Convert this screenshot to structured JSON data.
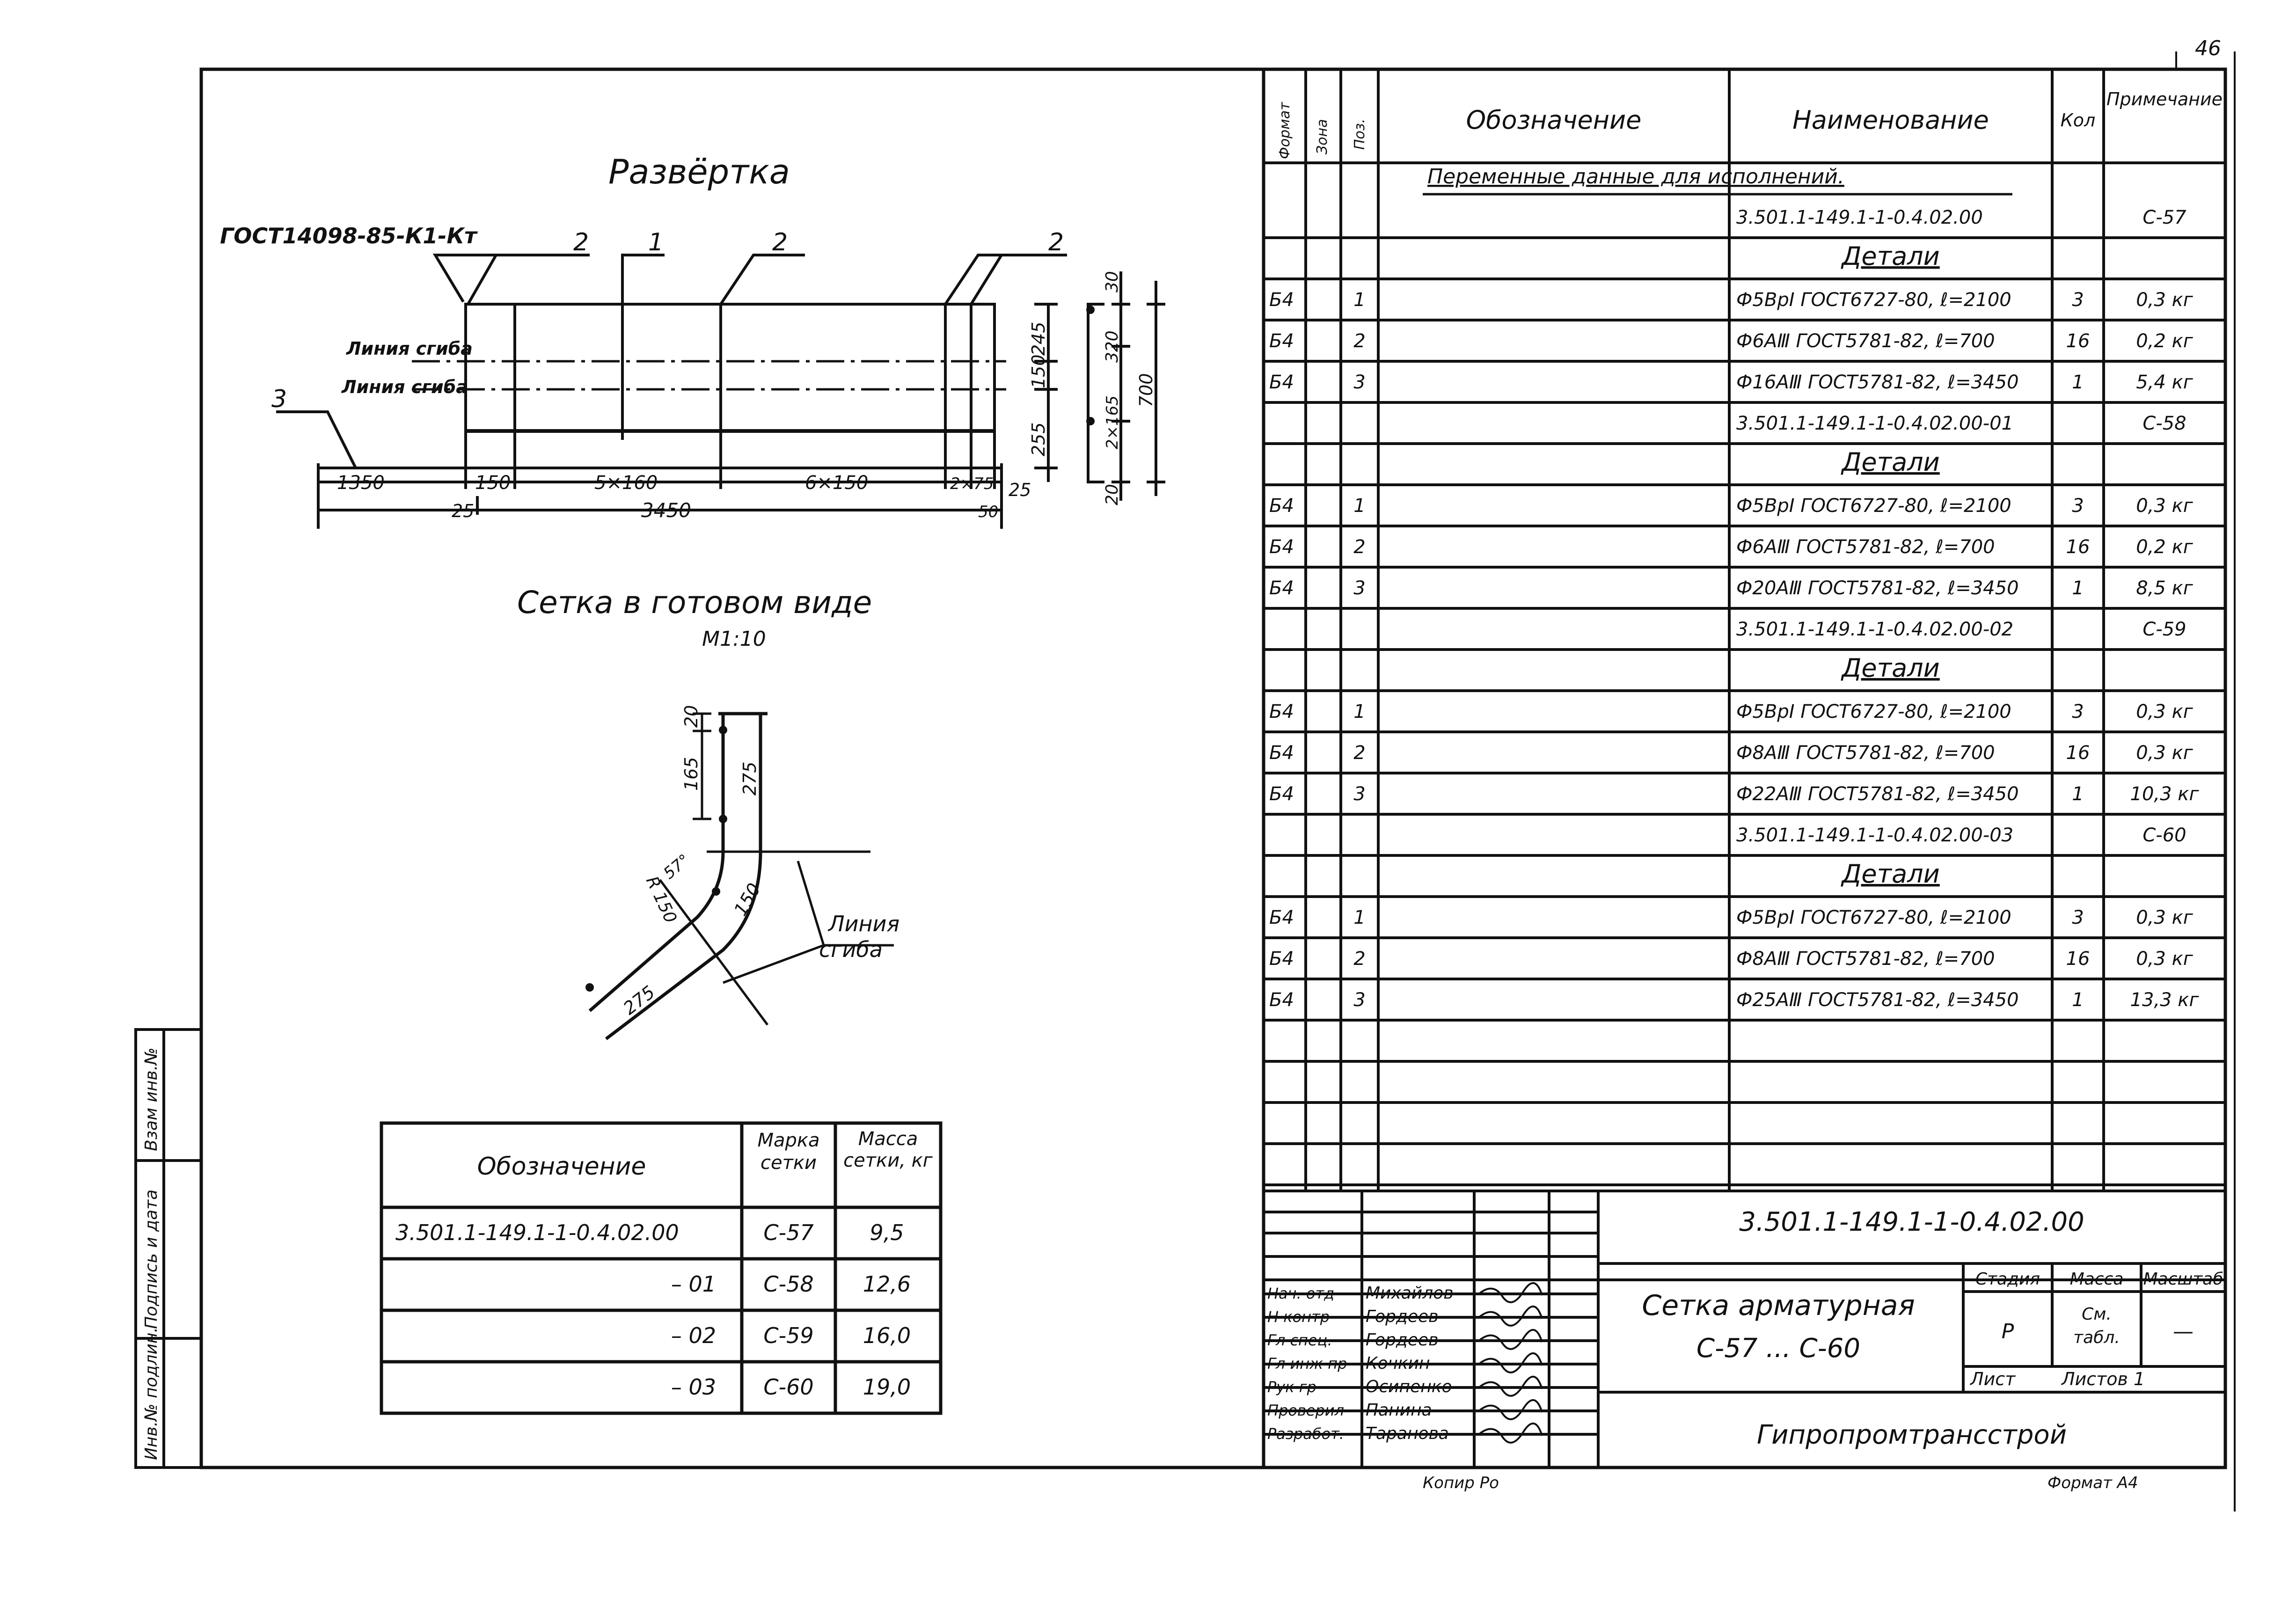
{
  "sheet_number": "46",
  "razvertka": {
    "title": "Развёртка",
    "gost_label": "ГОСТ14098-85-К1-Кт",
    "pos_1": "1",
    "pos_2": "2",
    "pos_3": "3",
    "bend_line_1": "Линия сгиба",
    "bend_line_2": "Линия сгиба",
    "dim_1350": "1350",
    "dim_150": "150",
    "dim_5x160": "5×160",
    "dim_6x150": "6×150",
    "dim_2x75": "2×75",
    "dim_25_right": "25",
    "dim_25_left": "25",
    "dim_3450": "3450",
    "dim_50": "50",
    "dim_245": "245",
    "dim_150v": "150",
    "dim_255": "255"
  },
  "section_view": {
    "dim_30": "30",
    "dim_320": "320",
    "dim_700": "700",
    "dim_2x165": "2×165",
    "dim_20": "20"
  },
  "finished": {
    "title": "Сетка в готовом виде",
    "scale": "М1:10",
    "dim_20": "20",
    "dim_165": "165",
    "dim_275_top": "275",
    "dim_r150": "R 150",
    "dim_57": "57°",
    "dim_150": "150",
    "dim_275_bottom": "275",
    "bend_line_1": "Линия",
    "bend_line_2": "сгиба"
  },
  "mass_table": {
    "headers": [
      "Обозначение",
      "Марка сетки",
      "Масса сетки, кг"
    ],
    "rows": [
      [
        "3.501.1-149.1-1-0.4.02.00",
        "С-57",
        "9,5"
      ],
      [
        "– 01",
        "С-58",
        "12,6"
      ],
      [
        "– 02",
        "С-59",
        "16,0"
      ],
      [
        "– 03",
        "С-60",
        "19,0"
      ]
    ]
  },
  "spec": {
    "headers": {
      "format": "Формат",
      "zone": "Зона",
      "pos": "Поз.",
      "designation": "Обозначение",
      "name": "Наименование",
      "qty": "Кол",
      "note": "Примечание"
    },
    "variable_data": "Переменные данные для исполнений.",
    "rows": [
      {
        "fmt": "",
        "pos": "",
        "name": "3.501.1-149.1-1-0.4.02.00",
        "qty": "",
        "note": "С-57",
        "kind": "text"
      },
      {
        "fmt": "",
        "pos": "",
        "name": "Детали",
        "qty": "",
        "note": "",
        "kind": "heading"
      },
      {
        "fmt": "Б4",
        "pos": "1",
        "name": "Ф5ВрI ГОСТ6727-80, ℓ=2100",
        "qty": "3",
        "note": "0,3 кг",
        "kind": "text"
      },
      {
        "fmt": "Б4",
        "pos": "2",
        "name": "Ф6АⅢ ГОСТ5781-82, ℓ=700",
        "qty": "16",
        "note": "0,2 кг",
        "kind": "text"
      },
      {
        "fmt": "Б4",
        "pos": "3",
        "name": "Ф16АⅢ ГОСТ5781-82, ℓ=3450",
        "qty": "1",
        "note": "5,4 кг",
        "kind": "text"
      },
      {
        "fmt": "",
        "pos": "",
        "name": "3.501.1-149.1-1-0.4.02.00-01",
        "qty": "",
        "note": "С-58",
        "kind": "text"
      },
      {
        "fmt": "",
        "pos": "",
        "name": "Детали",
        "qty": "",
        "note": "",
        "kind": "heading"
      },
      {
        "fmt": "Б4",
        "pos": "1",
        "name": "Ф5ВрI ГОСТ6727-80, ℓ=2100",
        "qty": "3",
        "note": "0,3 кг",
        "kind": "text"
      },
      {
        "fmt": "Б4",
        "pos": "2",
        "name": "Ф6АⅢ ГОСТ5781-82, ℓ=700",
        "qty": "16",
        "note": "0,2 кг",
        "kind": "text"
      },
      {
        "fmt": "Б4",
        "pos": "3",
        "name": "Ф20АⅢ ГОСТ5781-82, ℓ=3450",
        "qty": "1",
        "note": "8,5 кг",
        "kind": "text"
      },
      {
        "fmt": "",
        "pos": "",
        "name": "3.501.1-149.1-1-0.4.02.00-02",
        "qty": "",
        "note": "С-59",
        "kind": "text"
      },
      {
        "fmt": "",
        "pos": "",
        "name": "Детали",
        "qty": "",
        "note": "",
        "kind": "heading"
      },
      {
        "fmt": "Б4",
        "pos": "1",
        "name": "Ф5ВрI ГОСТ6727-80, ℓ=2100",
        "qty": "3",
        "note": "0,3 кг",
        "kind": "text"
      },
      {
        "fmt": "Б4",
        "pos": "2",
        "name": "Ф8АⅢ ГОСТ5781-82, ℓ=700",
        "qty": "16",
        "note": "0,3 кг",
        "kind": "text"
      },
      {
        "fmt": "Б4",
        "pos": "3",
        "name": "Ф22АⅢ ГОСТ5781-82, ℓ=3450",
        "qty": "1",
        "note": "10,3 кг",
        "kind": "text"
      },
      {
        "fmt": "",
        "pos": "",
        "name": "3.501.1-149.1-1-0.4.02.00-03",
        "qty": "",
        "note": "С-60",
        "kind": "text"
      },
      {
        "fmt": "",
        "pos": "",
        "name": "Детали",
        "qty": "",
        "note": "",
        "kind": "heading"
      },
      {
        "fmt": "Б4",
        "pos": "1",
        "name": "Ф5ВрI ГОСТ6727-80, ℓ=2100",
        "qty": "3",
        "note": "0,3 кг",
        "kind": "text"
      },
      {
        "fmt": "Б4",
        "pos": "2",
        "name": "Ф8АⅢ ГОСТ5781-82, ℓ=700",
        "qty": "16",
        "note": "0,3 кг",
        "kind": "text"
      },
      {
        "fmt": "Б4",
        "pos": "3",
        "name": "Ф25АⅢ ГОСТ5781-82, ℓ=3450",
        "qty": "1",
        "note": "13,3 кг",
        "kind": "text"
      }
    ]
  },
  "title_block": {
    "doc_code": "3.501.1-149.1-1-0.4.02.00",
    "title_line1": "Сетка арматурная",
    "title_line2": "С-57 ... С-60",
    "stage_label": "Стадия",
    "mass_label": "Масса",
    "scale_label": "Масштаб",
    "stage_value": "Р",
    "mass_value_1": "См.",
    "mass_value_2": "табл.",
    "scale_value": "—",
    "sheet_label": "Лист",
    "sheets_label": "Листов 1",
    "org": "Гипропромтрансстрой",
    "roles": [
      {
        "role": "Нач. отд",
        "name": "Михайлов"
      },
      {
        "role": "Н контр",
        "name": "Гордеев"
      },
      {
        "role": "Гл спец.",
        "name": "Гордеев"
      },
      {
        "role": "Гл инж пр",
        "name": "Кочкин"
      },
      {
        "role": "Рук гр",
        "name": "Осипенко"
      },
      {
        "role": "Проверил",
        "name": "Панина"
      },
      {
        "role": "Разработ.",
        "name": "Таранова"
      }
    ]
  },
  "side_stamp": [
    "Инв.№ подлин.",
    "Подпись и дата",
    "Взам инв.№"
  ],
  "footer": {
    "copied": "Копир Ро",
    "format": "Формат А4"
  }
}
